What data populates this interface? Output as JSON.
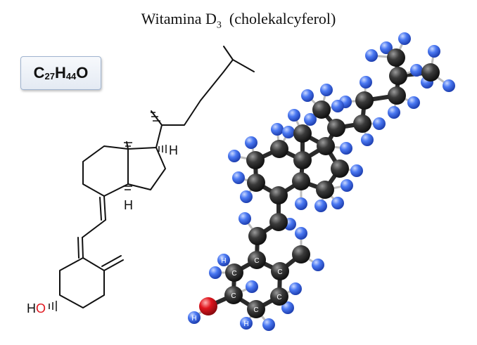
{
  "title": {
    "main": "Witamina D",
    "subscript": "3",
    "paren": "(cholekalcyferol)"
  },
  "formula": {
    "c": "C",
    "c_count": "27",
    "h": "H",
    "h_count": "44",
    "o": "O"
  },
  "skeletal": {
    "h_top": "H",
    "h_bottom": "H",
    "ho_h": "H",
    "ho_o": "O"
  },
  "model": {
    "atom_label_c": "C",
    "atom_label_h": "H",
    "carbon_color": "#2b2b2b",
    "hydrogen_color": "#3f6df0",
    "oxygen_color": "#e0161e"
  }
}
